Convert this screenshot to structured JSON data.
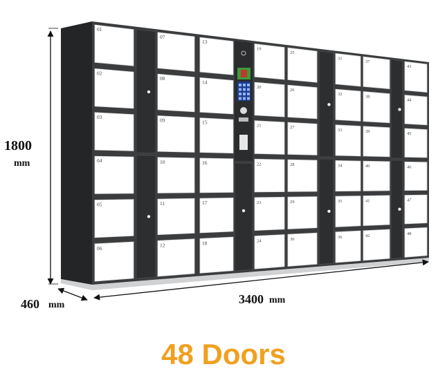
{
  "dimensions": {
    "height": {
      "value": "1800",
      "unit": "mm"
    },
    "depth": {
      "value": "460",
      "unit": "mm"
    },
    "width": {
      "value": "3400",
      "unit": "mm"
    }
  },
  "caption": {
    "text": "48 Doors",
    "color": "#f0a020"
  },
  "colors": {
    "frame": "#3a3c3e",
    "frame_dark": "#232526",
    "door": "#ffffff",
    "door_edge": "#d9dadb",
    "screen": "#3d9c3a",
    "keypad": "#1e3c8c"
  },
  "locker_doors": [
    "01",
    "02",
    "03",
    "04",
    "05",
    "06",
    "07",
    "08",
    "09",
    "10",
    "11",
    "12",
    "13",
    "14",
    "15",
    "16",
    "17",
    "18",
    "19",
    "20",
    "21",
    "22",
    "23",
    "24",
    "25",
    "26",
    "27",
    "28",
    "29",
    "30",
    "31",
    "32",
    "33",
    "34",
    "35",
    "36",
    "37",
    "38",
    "39",
    "40",
    "41",
    "42",
    "43",
    "44",
    "45",
    "46",
    "47",
    "48"
  ],
  "icons": {
    "terminal": "control-terminal-icon",
    "lock": "keyhole-lock-icon"
  }
}
